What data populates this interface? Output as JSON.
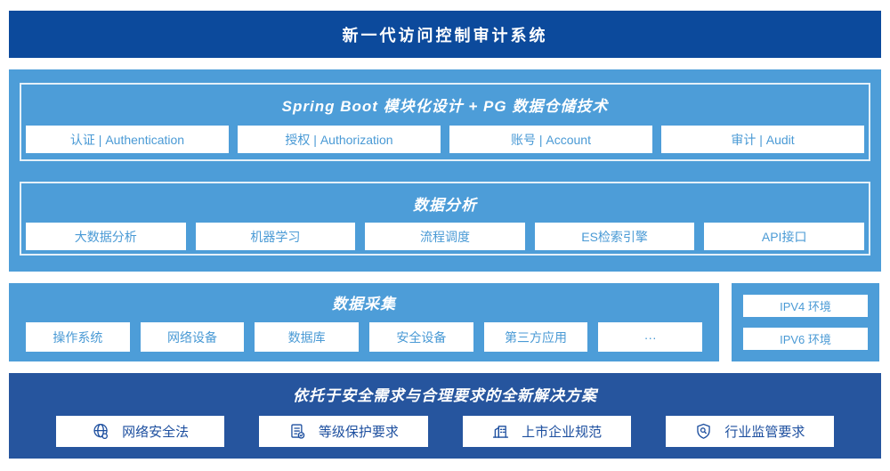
{
  "banner": {
    "title": "新一代访问控制审计系统"
  },
  "platform": {
    "modules": {
      "title": "Spring Boot 模块化设计 + PG 数据仓储技术",
      "items": [
        "认证 | Authentication",
        "授权 | Authorization",
        "账号 | Account",
        "审计 | Audit"
      ]
    },
    "analysis": {
      "title": "数据分析",
      "items": [
        "大数据分析",
        "机器学习",
        "流程调度",
        "ES检索引擎",
        "API接口"
      ]
    }
  },
  "collection": {
    "title": "数据采集",
    "items": [
      "操作系统",
      "网络设备",
      "数据库",
      "安全设备",
      "第三方应用",
      "···"
    ]
  },
  "network": {
    "items": [
      "IPV4 环境",
      "IPV6 环境"
    ]
  },
  "solution": {
    "title": "依托于安全需求与合理要求的全新解决方案",
    "items": [
      {
        "icon": "globe-icon",
        "label": "网络安全法"
      },
      {
        "icon": "document-check-icon",
        "label": "等级保护要求"
      },
      {
        "icon": "buildings-icon",
        "label": "上市企业规范"
      },
      {
        "icon": "shield-search-icon",
        "label": "行业监管要求"
      }
    ]
  },
  "colors": {
    "banner_blue": "#0c4a9c",
    "solution_blue": "#26559e",
    "light_blue": "#4d9dd8",
    "box_text_blue": "#4a9ad5",
    "solution_text_blue": "#1d4f9f"
  }
}
